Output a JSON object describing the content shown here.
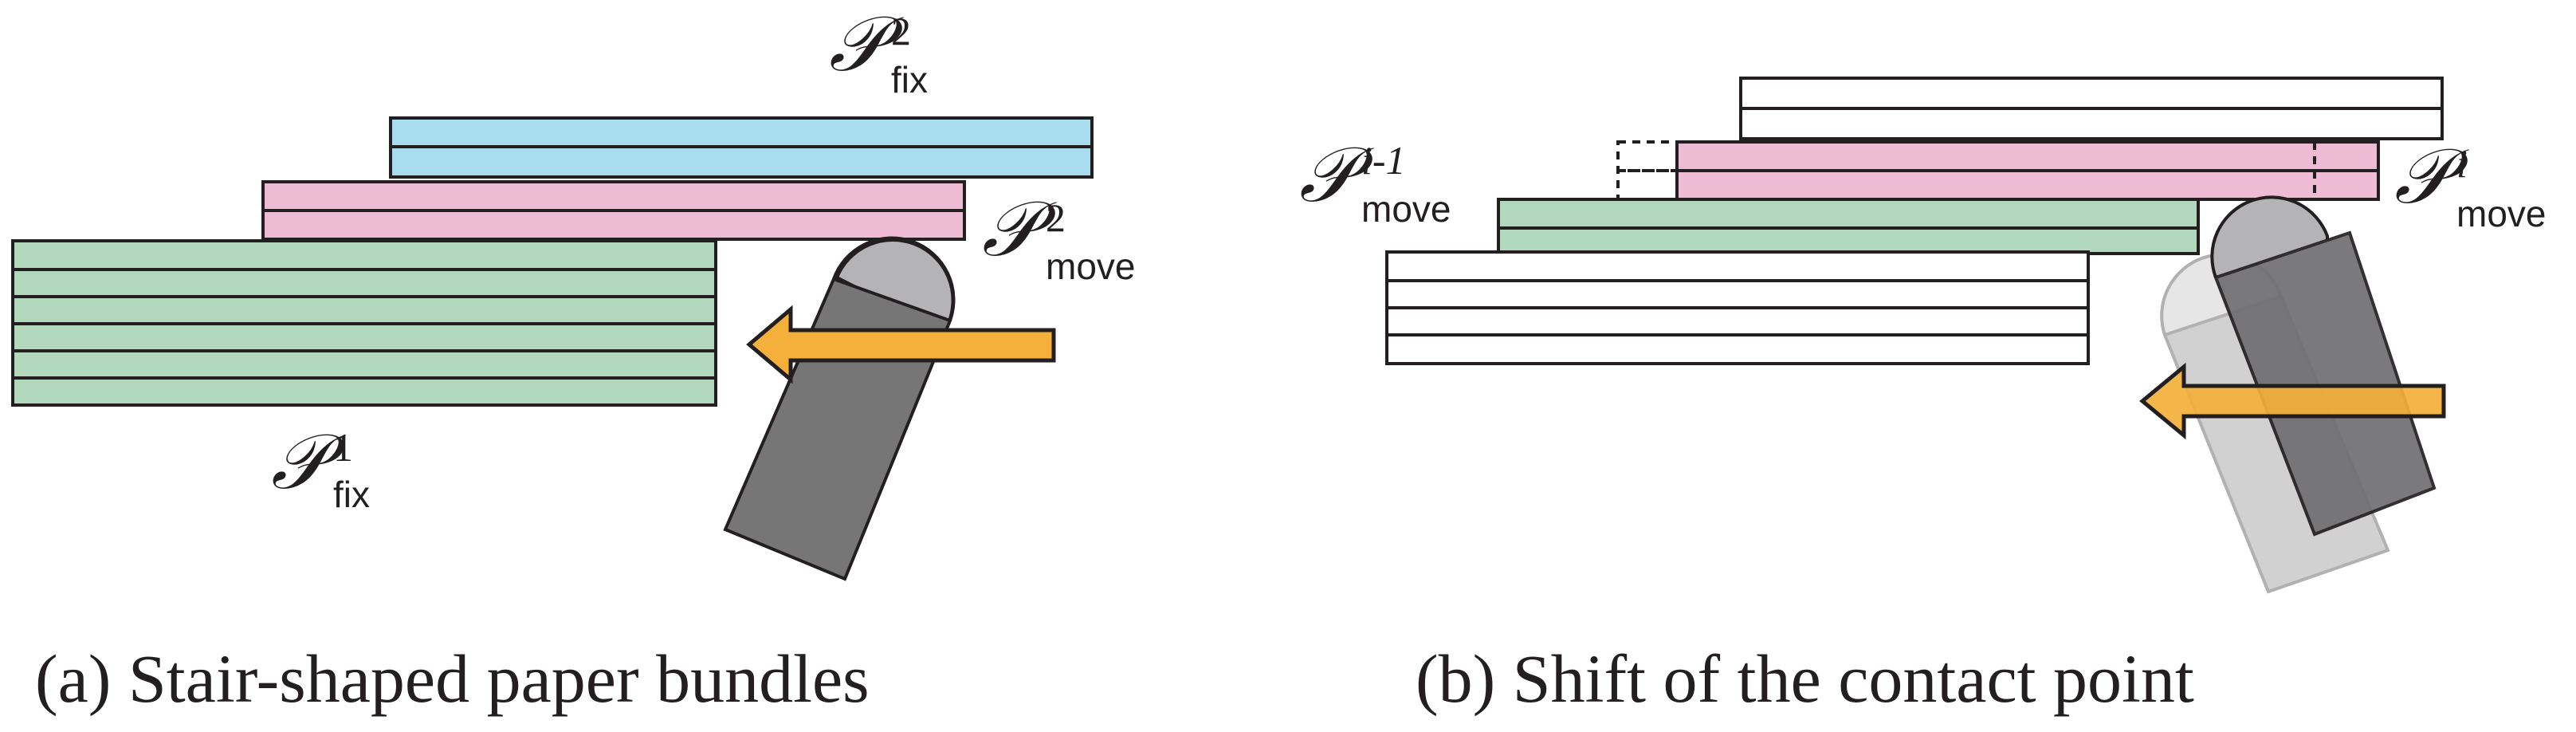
{
  "panel_a": {
    "caption": "(a) Stair-shaped paper bundles",
    "labels": {
      "fix2": {
        "symbol": "𝒫",
        "sup": "2",
        "sub": "fix"
      },
      "move2": {
        "symbol": "𝒫",
        "sup": "2",
        "sub": "move"
      },
      "fix1": {
        "symbol": "𝒫",
        "sup": "1",
        "sub": "fix"
      }
    }
  },
  "panel_b": {
    "caption": "(b) Shift of the contact point",
    "labels": {
      "move_prev": {
        "symbol": "𝒫",
        "sup": "i-1",
        "sub": "move"
      },
      "move_i": {
        "symbol": "𝒫",
        "sup": "i",
        "sub": "move"
      }
    }
  },
  "colors": {
    "blue_sheet": "#a9dcef",
    "pink_sheet": "#eebbd4",
    "green_sheet": "#b2d9bd",
    "white_sheet": "#ffffff",
    "arrow": "#f4b03a",
    "finger_body": "#767676",
    "finger_tip": "#b4b4b6",
    "outline": "#231f20"
  }
}
